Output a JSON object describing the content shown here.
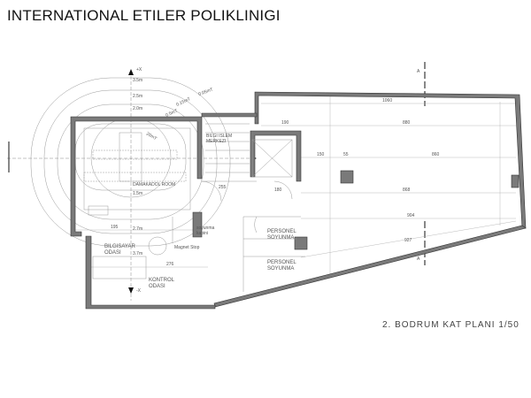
{
  "title": "INTERNATIONAL ETILER POLIKLINIGI",
  "plan_caption": "2. BODRUM KAT PLANI 1/50",
  "rooms": {
    "mri": "DAMAKADOL ROOM",
    "control_l1": "KONTROL",
    "control_l2": "ODASI",
    "computer_l1": "BILGISAYAR",
    "computer_l2": "ODASI",
    "tech_l1": "BILGI ISLEM",
    "tech_l2": "MERKEZI",
    "cabinet_l1": "soyunma",
    "cabinet_l2": "kabini",
    "staff1_l1": "PERSONEL",
    "staff1_l2": "SOYUNMA",
    "staff2_l1": "PERSONEL",
    "staff2_l2": "SOYUNMA",
    "magnet_stop": "Magnet Stop"
  },
  "field_lines": {
    "f1": "3.5m",
    "f2": "2.5m",
    "f3": "2.0m",
    "f4": "1.5m",
    "f5": "2.7m",
    "f6": "3.7m",
    "g1": "0.05mT",
    "g2": "0.15mT",
    "g3": "0.5mT",
    "g4": "20mT"
  },
  "axis_marks": {
    "plus_x": "+X",
    "minus_x": "-X",
    "section": "A"
  },
  "dimensions": {
    "d1060": "1060",
    "d880": "880",
    "d860": "860",
    "d868": "868",
    "d904": "904",
    "d927": "927",
    "d190": "190",
    "d150": "150",
    "d55": "55",
    "d195": "195",
    "d276": "276",
    "d255": "255",
    "d180": "180"
  }
}
